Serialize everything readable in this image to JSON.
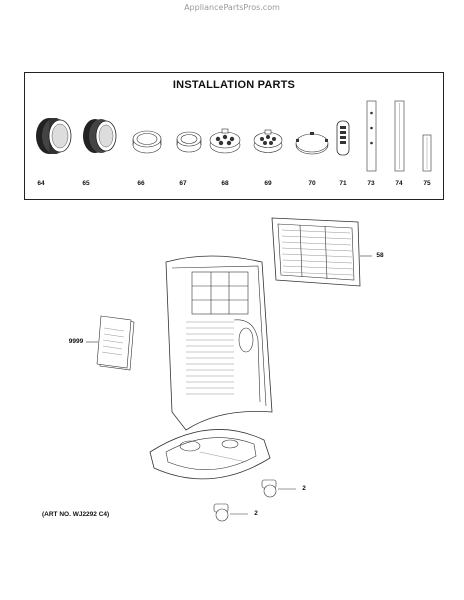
{
  "watermark": "AppliancePartsPros.com",
  "kit": {
    "title": "INSTALLATION PARTS",
    "labels": [
      "64",
      "65",
      "66",
      "67",
      "68",
      "69",
      "70",
      "71",
      "73",
      "74",
      "75"
    ]
  },
  "callouts": {
    "grille": "58",
    "manual": "9999",
    "caster_upper": "2",
    "caster_lower": "2"
  },
  "art_number": "(ART NO. WJ2292 C4)"
}
